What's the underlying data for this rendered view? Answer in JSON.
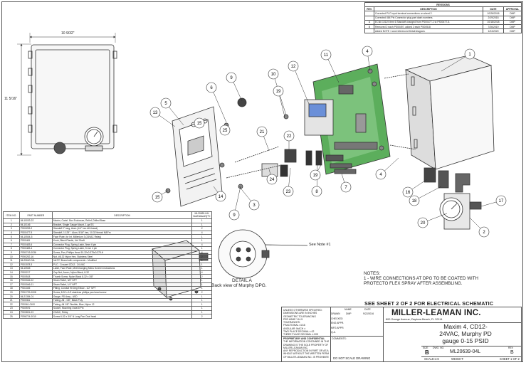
{
  "revisions": {
    "title": "REVISIONS",
    "headers": [
      "REV.",
      "DESCRIPTION",
      "DATE",
      "APPROVAL"
    ],
    "rows": [
      {
        "rev": "",
        "description": "Corrected PLC input terminal connections on sheet 2.",
        "date": "10/26/2016",
        "approval": "DMP"
      },
      {
        "rev": "",
        "description": "Corrected 464 Pin Connector plug part dash numbers.",
        "date": "2/19/2018",
        "approval": "DMP"
      },
      {
        "rev": "A",
        "description": "ECN# 10119 Item 6 Standoff changed from PS00477-1 to PS00477-5.",
        "date": "10/18/2018",
        "approval": "DMP"
      },
      {
        "rev": "B",
        "description": "Removed 2 each PS00497, added 2 each PS00518",
        "date": "7/26/2019",
        "approval": "DMP"
      },
      {
        "rev": "",
        "description": "Added NOTE 1 and referenced Detail diagram.",
        "date": "1/24/2020",
        "approval": "DMP"
      }
    ]
  },
  "dimensions": {
    "width": "10 9/32\"",
    "height": "11 5/16\""
  },
  "balloons": [
    "1",
    "2",
    "3",
    "4",
    "5",
    "6",
    "7",
    "8",
    "9",
    "10",
    "11",
    "12",
    "13",
    "14",
    "15",
    "16",
    "17",
    "18",
    "19",
    "20",
    "21",
    "22",
    "23",
    "24",
    "25"
  ],
  "bom": {
    "headers": [
      "ITEM NO.",
      "PART NUMBER",
      "DESCRIPTION",
      "ML20639-04L Not/Default/QTY."
    ],
    "rows": [
      [
        "1",
        "ML10003-22",
        "Maxim, Contrl. Box Enclosure, Relief, Drilled Base",
        "1"
      ],
      [
        "2",
        "ML10146",
        "Bracket, Single Gauge Mount, 1 ga SS",
        "1"
      ],
      [
        "3",
        "PS00253-2",
        "Standoff 2\" long, Alum (1/4\" hex #8 thread)",
        "2"
      ],
      [
        "4",
        "PS00477-5",
        "Standoff, 1.125\" - Alum, 5/16\" hex, 10-32 thread M&Fm",
        "4"
      ],
      [
        "5",
        "ML10504-5",
        "Face Plate, for Int. Millenium 3 (24VAC Relay)",
        "1"
      ],
      [
        "6",
        "PS00481",
        "Knob, Black Plastic, Unf Shaft",
        "1"
      ],
      [
        "7",
        "PS00483-6",
        "Connector Plug, Spring Latch, 5mm 6 pin",
        "4"
      ],
      [
        "8",
        "PS00483-4",
        "Connector Plug, Spring Latch, 5 mm 4 pin",
        "1"
      ],
      [
        "9",
        "PS90743-0036",
        "Screw, Pan, Phillips Head 10-32x0.375x0.375-H",
        "4"
      ],
      [
        "10",
        "PS90252-16",
        "Nut, #8-32 Nylon Hex, Stainless Steel",
        "2"
      ],
      [
        "11",
        "ML20640-04L",
        "Intl PC Board with components - Modified",
        "1"
      ],
      [
        "12",
        "PS01578-3",
        "PLC - Crouzet CD12 - 24 VAC",
        "1"
      ],
      [
        "13",
        "ML10545",
        "Label, Face Plate, Met/Changing Menu Screen Instructions",
        "1"
      ],
      [
        "14",
        "PS00217",
        "Cap Nut, Acorn, Nylon Black, 8-32",
        "4"
      ],
      [
        "15",
        "PS00518",
        "Thumb Screw, Nylon Black 8-32 x 3/8\"",
        "2"
      ],
      [
        "16",
        "PS00046-02",
        "Strain Relief, 3/8\" NPT",
        "1"
      ],
      [
        "17",
        "PS00046-01",
        "Strain Relief, 1/4\" NPT",
        "1"
      ],
      [
        "18",
        "PS01045",
        "Fitting, Conduit 90 Deg Elbow - 1/2\" NPT",
        "1"
      ],
      [
        "19",
        "PS91729-0008",
        "Screw, 8-32 x 1/2 stainless phillips pan head screw",
        "2"
      ],
      [
        "20",
        "ML21354-01",
        "Gauge, PD Assy - ASD",
        "1"
      ],
      [
        "21",
        "PS00361",
        "Tubing, All - 1/8\", Black Poly",
        "1"
      ],
      [
        "22",
        "PS0061-0100",
        "Tubing, All 1/8\" Flexible, Blue, Nylon 12",
        "1"
      ],
      [
        "23",
        "PS00576",
        "Socket, Mounting Octal 8 Pin",
        "1"
      ],
      [
        "24",
        "PS00831-03",
        "24VAC, Relay",
        "1"
      ],
      [
        "25",
        "PS96724-0010",
        "Screw 6-32 x 3/4\" N Long Pan Oval head",
        "2"
      ]
    ]
  },
  "detail": {
    "note_label": "See Note #1",
    "title": "DETAIL A",
    "subtitle": "Back view of Murphy DPG."
  },
  "notes": {
    "heading": "NOTES:",
    "line1": "1 - WIRE CONNECTIONS AT DPG TO BE COATED WITH",
    "line2": "PROTECTO FLEX SPRAY AFTER ASSEMBLING."
  },
  "sheet_callout": "SEE SHEET 2 OF 2 FOR ELECTRICAL SCHEMATIC",
  "title_block": {
    "tolerance_lines": [
      "UNLESS OTHERWISE SPECIFIED:",
      "DIMENSIONS ARE IN INCHES",
      "GEOMETRIC TOLERANCING",
      "PER ASME Y14.5",
      "TOLERANCES:",
      "FRACTIONAL ±1/16",
      "ANGULAR: MACH ±",
      "TWO PLACE DECIMAL ±.02",
      "THREE PLACE DECIMAL ±.005"
    ],
    "name_header": "NAME",
    "date_header": "DATE",
    "roles": [
      "DRAWN",
      "CHECKED",
      "ENG APPR.",
      "MFG APPR.",
      "Q.A."
    ],
    "drawn_by": "DMP",
    "drawn_date": "9/22/2016",
    "comments_label": "COMMENTS:",
    "proprietary_heading": "PROPRIETARY AND CONFIDENTIAL",
    "proprietary_text": [
      "THE INFORMATION CONTAINED IN THIS",
      "DRAWING IS THE SOLE PROPERTY OF",
      "MILLER-LEAMAN INC.",
      "ANY REPRODUCTION IN PART OR AS A",
      "WHOLE WITHOUT THE WRITTEN PERMISSION",
      "OF MILLER-LEAMAN INC. IS PROHIBITED."
    ],
    "do_not_scale": "DO NOT SCALE DRAWING",
    "company": "MILLER-LEAMAN INC.",
    "address": "800 Orange Avenue, Daytona Beach, FL 32114",
    "title_lines": [
      "Maxim 4, CD12-",
      "24VAC, Murphy PD",
      "gauge 0-15 PSID"
    ],
    "size_label": "SIZE",
    "size": "B",
    "dwg_label": "DWG. NO.",
    "dwg_no": "ML20639-04L",
    "rev_label": "REV",
    "rev": "B",
    "scale": "SCALE:1:6",
    "weight": "WEIGHT:",
    "sheet": "SHEET 1 OF 2"
  }
}
